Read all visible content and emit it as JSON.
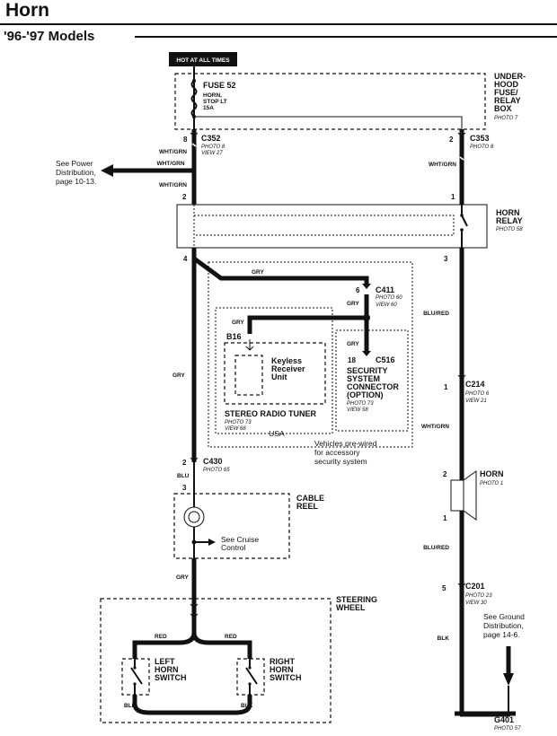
{
  "page": {
    "title": "Horn",
    "subtitle": "'96-'97 Models"
  },
  "labels": {
    "hot_at_all_times": "HOT AT ALL TIMES",
    "fuse": "FUSE 52",
    "fuse_desc1": "HORN,",
    "fuse_desc2": "STOP LT",
    "fuse_desc3": "15A",
    "underhood1": "UNDER-",
    "underhood2": "HOOD",
    "underhood3": "FUSE/",
    "underhood4": "RELAY",
    "underhood5": "BOX",
    "underhood_photo": "PHOTO 7",
    "c352": "C352",
    "c352_photo": "PHOTO 8",
    "c352_view": "VIEW 27",
    "c353": "C353",
    "c353_photo": "PHOTO 8",
    "pin_8": "8",
    "pin_2_top": "2",
    "pin_2_left": "2",
    "pin_1_right": "1",
    "whtgrn_1": "WHT/GRN",
    "whtgrn_2": "WHT/GRN",
    "whtgrn_3": "WHT/GRN",
    "whtgrn_4": "WHT/GRN",
    "whtgrn_5": "WHT/GRN",
    "power_dist1": "See Power",
    "power_dist2": "Distribution,",
    "power_dist3": "page 10-13.",
    "horn_relay1": "HORN",
    "horn_relay2": "RELAY",
    "horn_relay_photo": "PHOTO 58",
    "pin_4": "4",
    "pin_3_relay": "3",
    "gry_1": "GRY",
    "gry_2": "GRY",
    "gry_3": "GRY",
    "gry_4": "GRY",
    "gry_5": "GRY",
    "gry_6": "GRY",
    "pin_6": "6",
    "c411": "C411",
    "c411_photo": "PHOTO 60",
    "c411_view": "VIEW 60",
    "blured_1": "BLU/RED",
    "blured_2": "BLU/RED",
    "b16": "B16",
    "keyless1": "Keyless",
    "keyless2": "Receiver",
    "keyless3": "Unit",
    "pin_18": "18",
    "c516": "C516",
    "security1": "SECURITY",
    "security2": "SYSTEM",
    "security3": "CONNECTOR",
    "security4": "(OPTION)",
    "security_photo": "PHOTO 73",
    "security_view": "VIEW 58",
    "pin_1_c214": "1",
    "c214": "C214",
    "c214_photo": "PHOTO 6",
    "c214_view": "VIEW 21",
    "stereo": "STEREO RADIO TUNER",
    "stereo_photo": "PHOTO 73",
    "stereo_view": "VIEW 68",
    "usa": "USA",
    "prewired1": "Vehicles pre-wired",
    "prewired2": "for accessory",
    "prewired3": "security system",
    "pin_2_c430": "2",
    "c430": "C430",
    "c430_photo": "PHOTO 65",
    "blu": "BLU",
    "pin_3_cable": "3",
    "cable_reel1": "CABLE",
    "cable_reel2": "REEL",
    "cruise1": "See Cruise",
    "cruise2": "Control",
    "pin_2_horn": "2",
    "horn": "HORN",
    "horn_photo": "PHOTO 1",
    "pin_1_horn": "1",
    "pin_5": "5",
    "c201": "C201",
    "c201_photo": "PHOTO 23",
    "c201_view": "VIEW 30",
    "steering1": "STEERING",
    "steering2": "WHEEL",
    "ground_dist1": "See Ground",
    "ground_dist2": "Distribution,",
    "ground_dist3": "page 14-6.",
    "red_1": "RED",
    "red_2": "RED",
    "blk_1": "BLK",
    "blk_2": "BLK",
    "blk_3": "BLK",
    "left_horn1": "LEFT",
    "left_horn2": "HORN",
    "left_horn3": "SWITCH",
    "right_horn1": "RIGHT",
    "right_horn2": "HORN",
    "right_horn3": "SWITCH",
    "g401": "G401",
    "g401_photo": "PHOTO 57"
  }
}
